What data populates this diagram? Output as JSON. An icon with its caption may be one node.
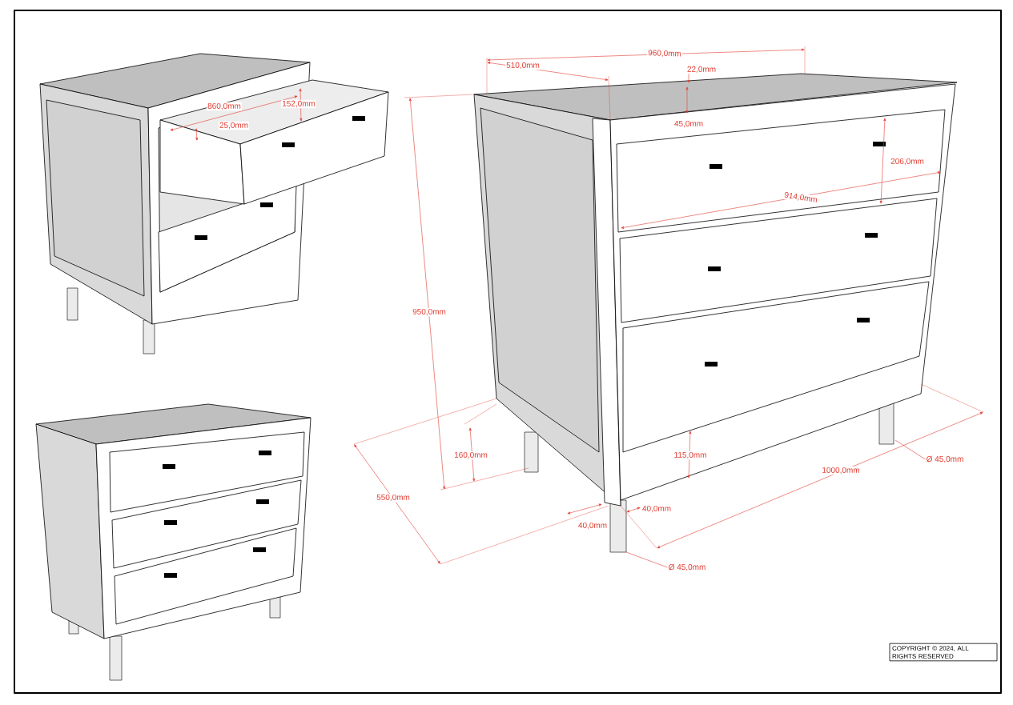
{
  "diagram": {
    "nodes": [
      {
        "text": [
          "Ø 45,0mm"
        ]
      },
      {
        "text": [
          "Ø 45,0mm"
        ]
      },
      {
        "text": [
          "COPYRIGHT © 2024, ALL RIGHTS RESERVED"
        ]
      }
    ],
    "edges": [
      {
        "from": 0,
        "to": null,
        "arrow": "none"
      },
      {
        "from": 1,
        "to": null,
        "arrow": "none"
      }
    ],
    "labels": [
      "960,0mm",
      "510,0mm",
      "22,0mm",
      "860,0mm",
      "152,0mm",
      "25,0mm",
      "45,0mm",
      "206,0mm",
      "914,0mm",
      "950,0mm",
      "160,0mm",
      "115,0mm",
      "550,0mm",
      "1000,0mm",
      "40,0mm",
      "40,0mm"
    ]
  }
}
